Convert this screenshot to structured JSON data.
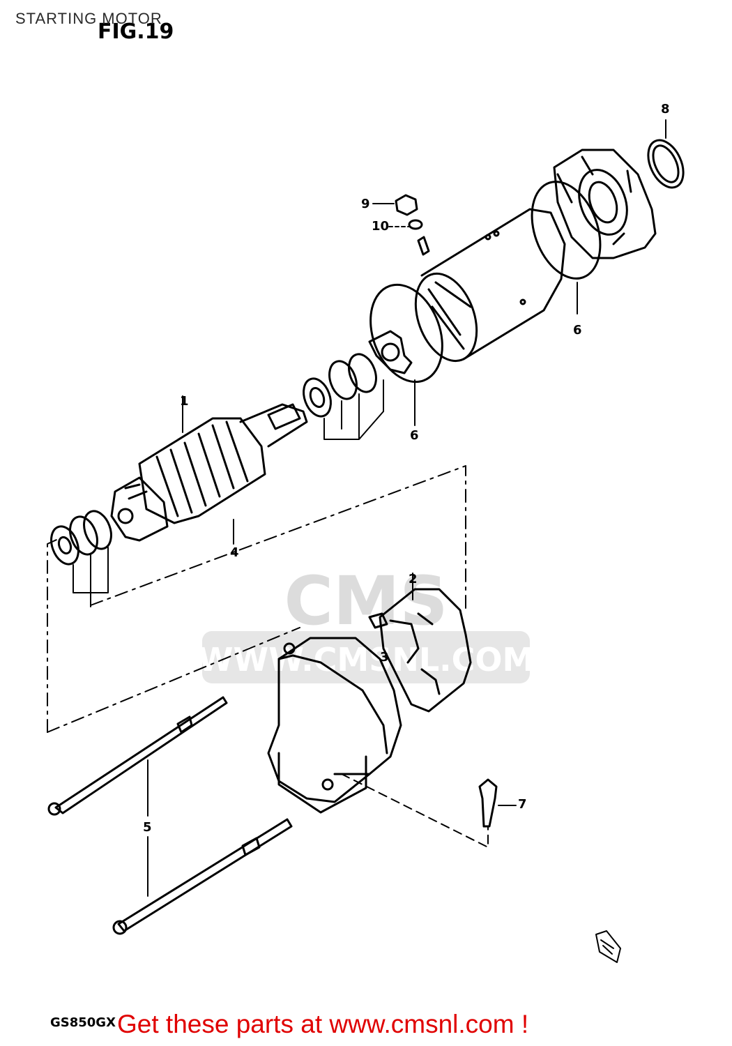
{
  "page": {
    "title": "STARTING MOTOR",
    "figure_label": "FIG.19",
    "model_code": "GS850GX"
  },
  "callouts": {
    "c1": "1",
    "c2": "2",
    "c3": "3",
    "c4": "4",
    "c5": "5",
    "c6a": "6",
    "c6b": "6",
    "c7": "7",
    "c8": "8",
    "c9": "9",
    "c10": "10"
  },
  "watermark": {
    "logo_text": "CMS",
    "site_text": "WWW.CMSNL.COM"
  },
  "footer": {
    "cta_text": "Get these parts at www.cmsnl.com !"
  },
  "colors": {
    "cta": "#e00000",
    "line_art": "#000000",
    "watermark": "#d9d9d9"
  }
}
